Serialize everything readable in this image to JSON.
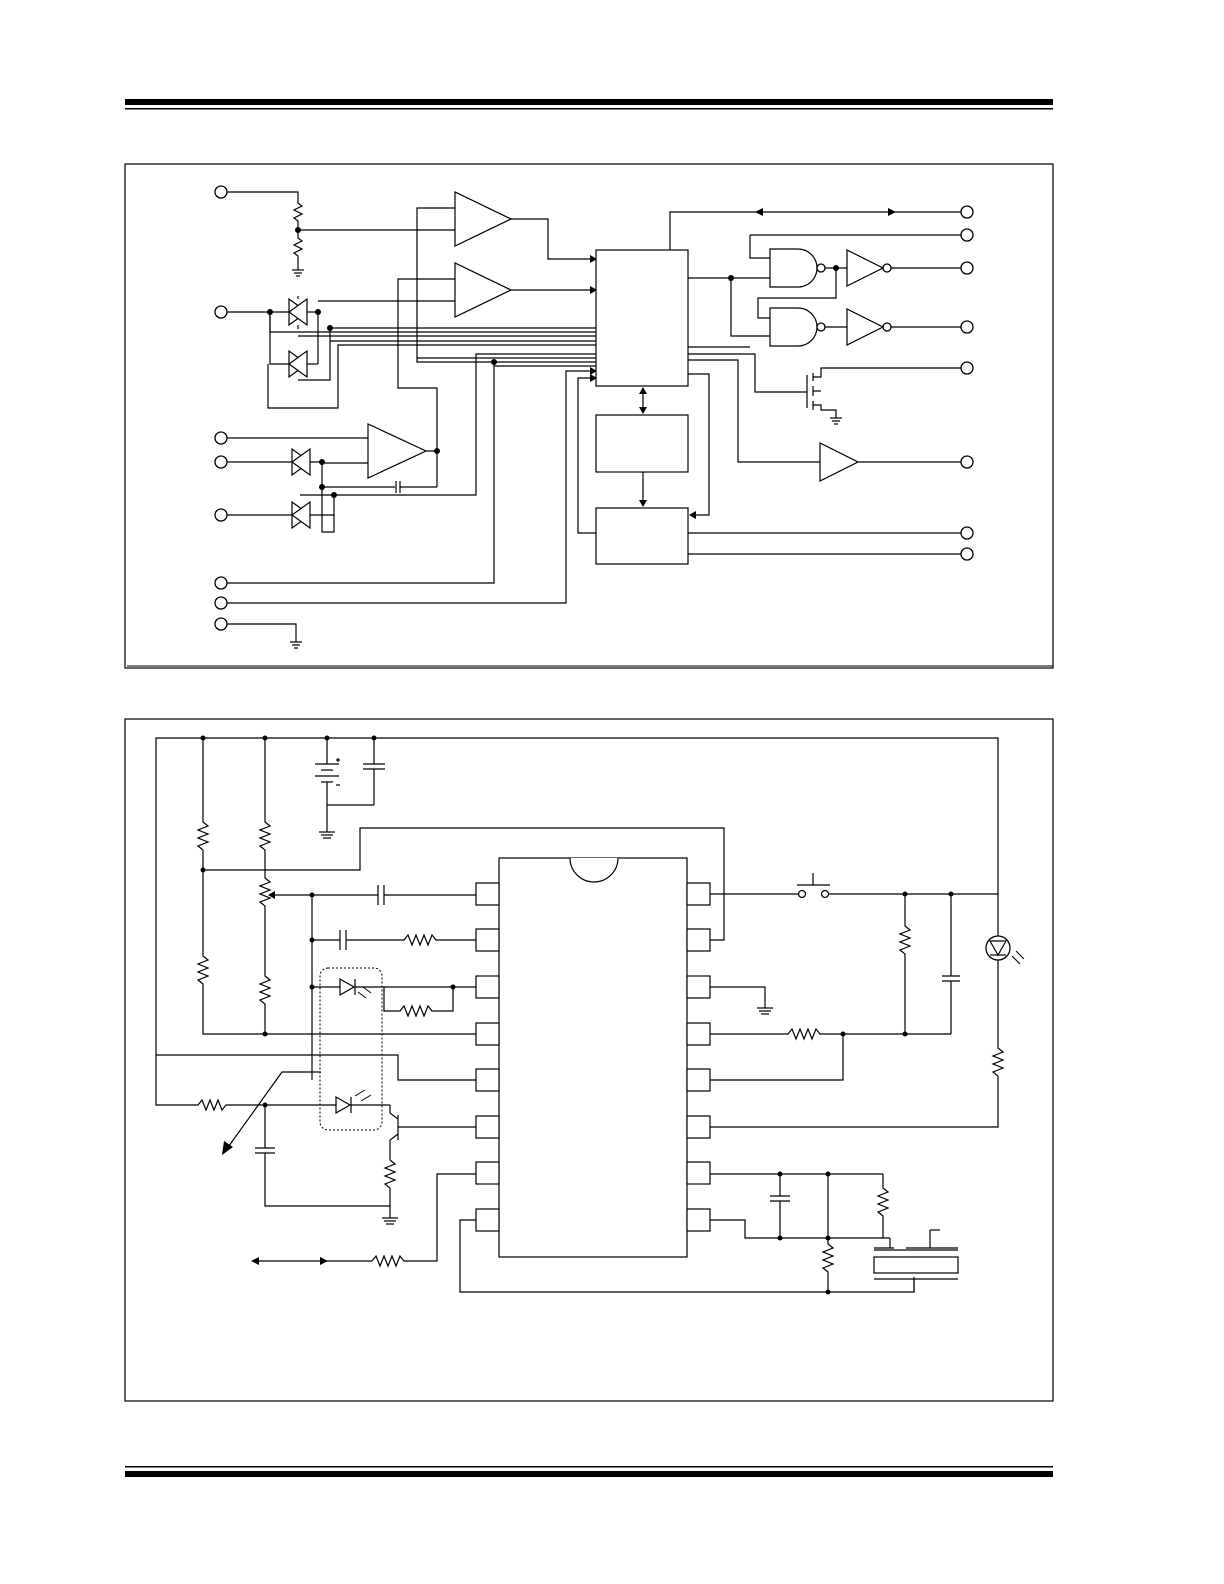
{
  "page": {
    "header_rule": "double-line",
    "footer_rule": "double-line"
  },
  "figure_top": {
    "kind": "block-diagram",
    "components": [
      "comparator",
      "comparator",
      "amplifier",
      "logic-block",
      "oscillator-block",
      "timer-block",
      "nand-gate",
      "nand-gate",
      "inverter",
      "inverter",
      "mosfet",
      "buffer",
      "transmission-gate"
    ]
  },
  "figure_bottom": {
    "kind": "application-schematic",
    "ic_pins_per_side": 8,
    "components": [
      "battery",
      "capacitor",
      "resistor",
      "potentiometer",
      "photodiode",
      "ir-led",
      "npn-transistor",
      "push-button",
      "led",
      "piezo-horn",
      "ground"
    ]
  },
  "colors": {
    "ink": "#000000",
    "paper": "#ffffff"
  }
}
